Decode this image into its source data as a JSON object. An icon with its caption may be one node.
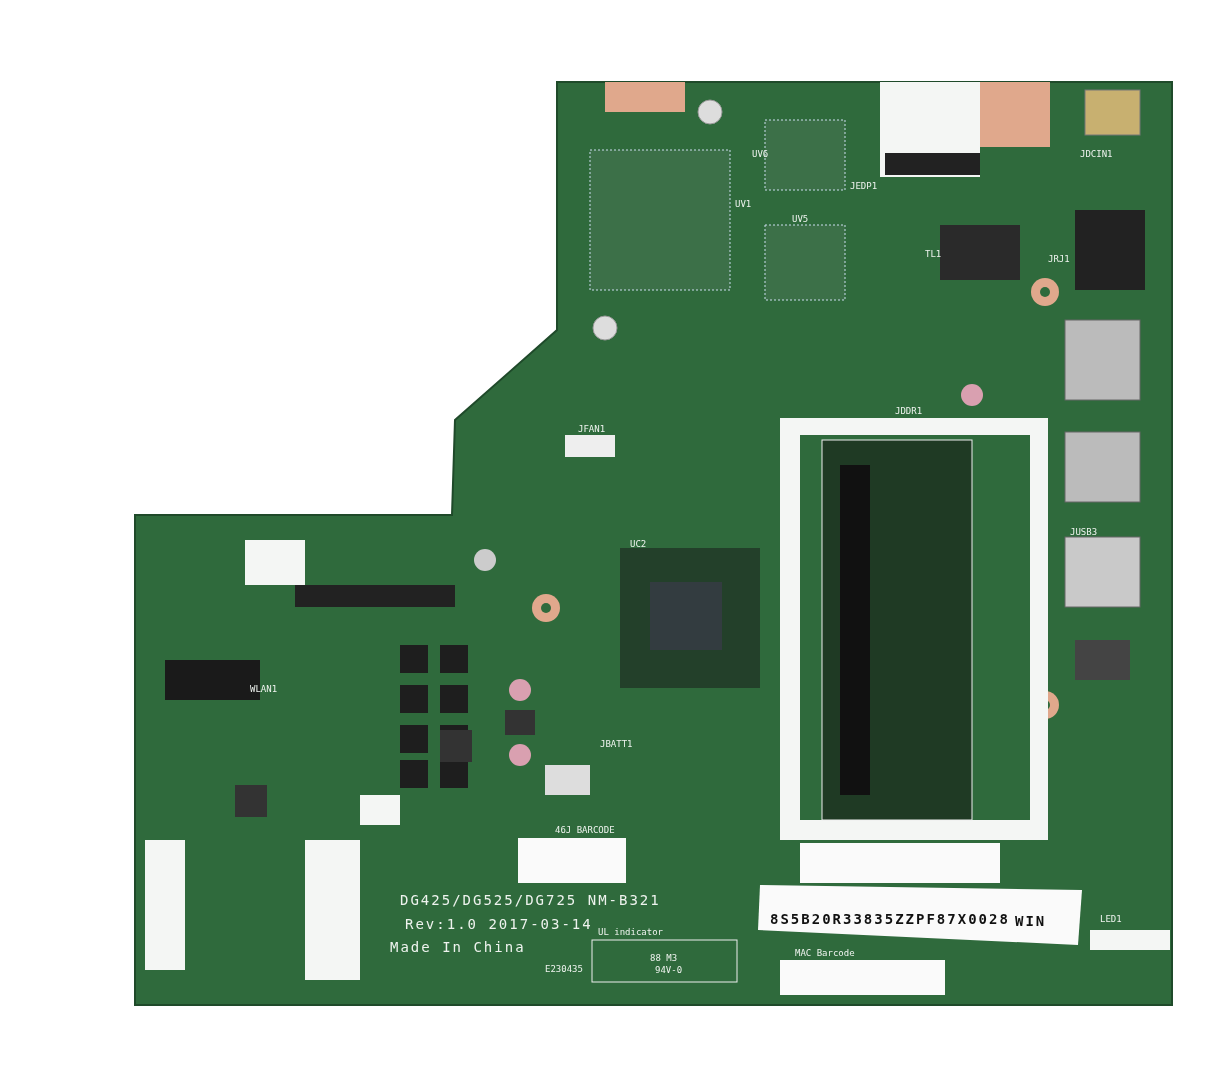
{
  "diagram": {
    "labels": [
      "UV1",
      "UV6",
      "UV5",
      "JEDP1",
      "JDCIN1",
      "TL1",
      "JRJ1",
      "JDDR1",
      "JFAN1",
      "UC2",
      "JUSB3",
      "WLAN1",
      "JBATT1",
      "46J BARCODE",
      "DG425/DG525/DG725 NM-B321",
      "Rev:1.0 2017-03-14",
      "Made In China",
      "E230435",
      "UL indicator",
      "88 M3",
      "94V-0",
      "8S5B20R33835ZZPF87X0028",
      "WIN",
      "MAC Barcode",
      "LED1"
    ]
  }
}
